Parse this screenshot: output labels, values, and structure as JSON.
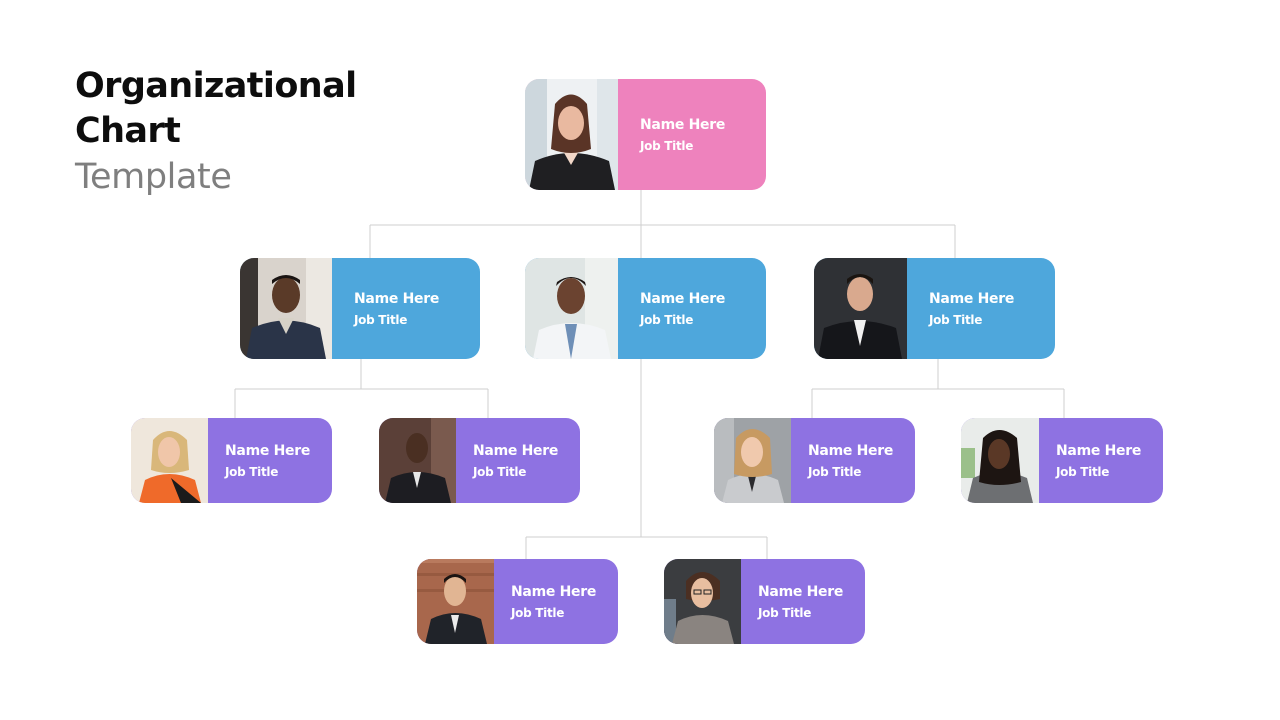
{
  "title": {
    "line1": "Organizational",
    "line2": "Chart",
    "line3": "Template"
  },
  "colors": {
    "level1": "#ee82bd",
    "level2": "#4ea7dc",
    "level3": "#8e72e2",
    "connector": "#cfcfcf"
  },
  "org": {
    "top": {
      "name": "Name Here",
      "job": "Job Title"
    },
    "level2": [
      {
        "name": "Name Here",
        "job": "Job Title"
      },
      {
        "name": "Name Here",
        "job": "Job Title"
      },
      {
        "name": "Name Here",
        "job": "Job Title"
      }
    ],
    "level3": [
      {
        "name": "Name Here",
        "job": "Job Title"
      },
      {
        "name": "Name Here",
        "job": "Job Title"
      },
      {
        "name": "Name Here",
        "job": "Job Title"
      },
      {
        "name": "Name Here",
        "job": "Job Title"
      }
    ],
    "level4": [
      {
        "name": "Name Here",
        "job": "Job Title"
      },
      {
        "name": "Name Here",
        "job": "Job Title"
      }
    ]
  }
}
